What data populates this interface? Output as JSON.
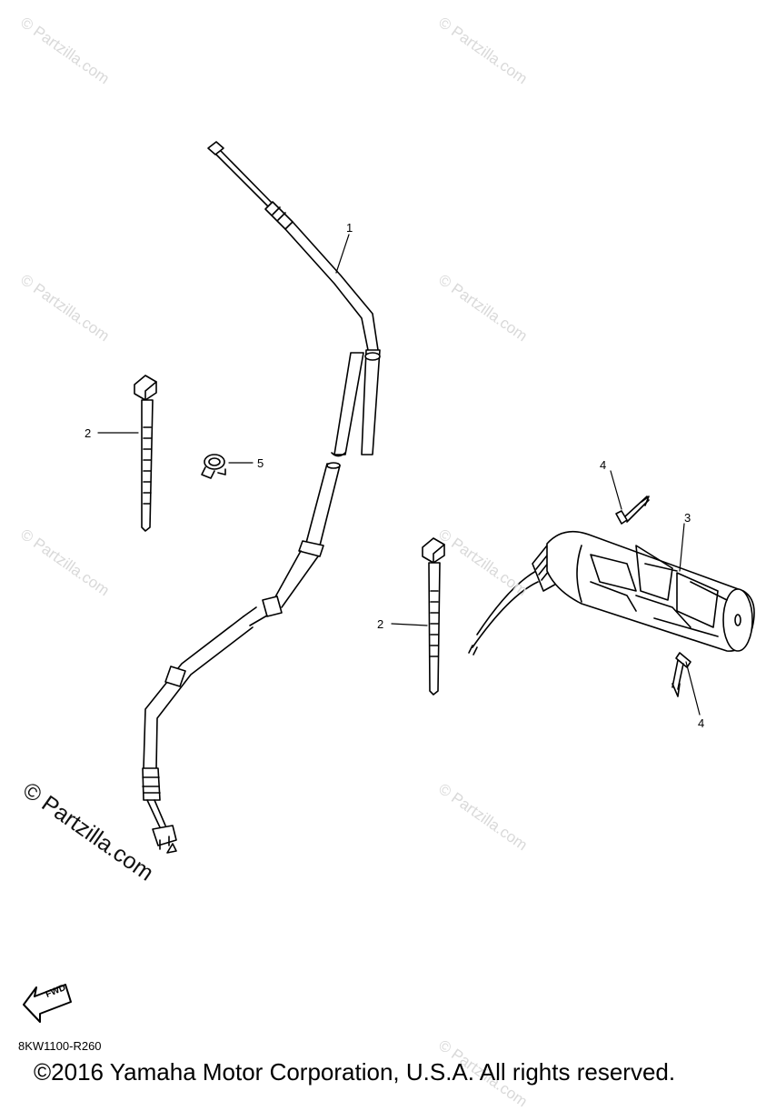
{
  "callouts": {
    "c1": "1",
    "c2a": "2",
    "c2b": "2",
    "c3": "3",
    "c4a": "4",
    "c4b": "4",
    "c5": "5"
  },
  "watermark": "© Partzilla.com",
  "big_watermark": "© Partzilla.com",
  "fwd_label": "FWD",
  "part_code": "8KW1100-R260",
  "copyright": "©2016 Yamaha Motor Corporation, U.S.A. All rights reserved."
}
